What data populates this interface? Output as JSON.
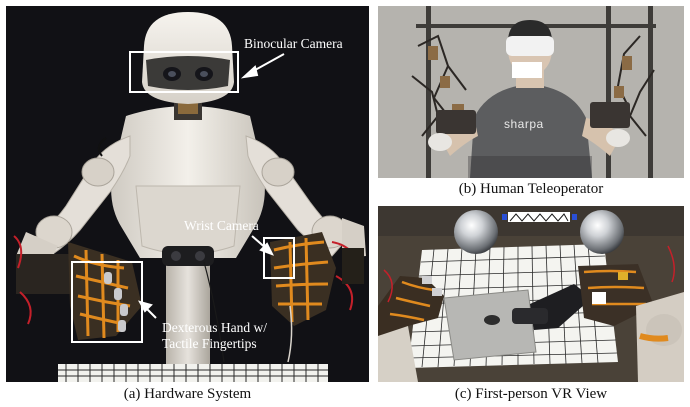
{
  "panels": {
    "a": {
      "caption": "(a) Hardware System",
      "labels": {
        "binocular_camera": "Binocular Camera",
        "wrist_camera": "Wrist Camera",
        "dexterous_hand_line1": "Dexterous Hand w/",
        "dexterous_hand_line2": "Tactile Fingertips"
      }
    },
    "b": {
      "caption": "(b) Human Teleoperator",
      "shirt_text": "sharpa"
    },
    "c": {
      "caption": "(c) First-person VR View"
    }
  },
  "colors": {
    "annotation_box": "#ffffff",
    "robot_body": "#ece8e1",
    "background_dark": "#0d0d0f",
    "flex_cable_orange": "#e08a1e",
    "grid_white": "#f4f4f0"
  }
}
